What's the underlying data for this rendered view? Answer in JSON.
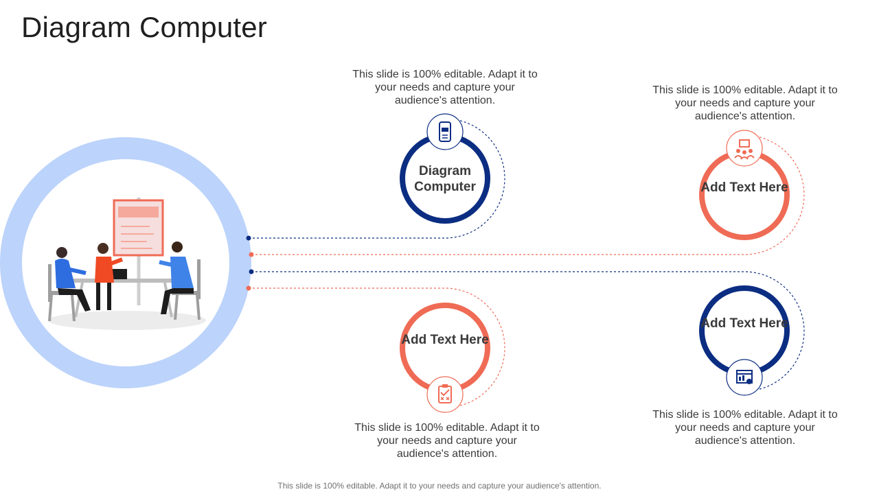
{
  "title": "Diagram Computer",
  "colors": {
    "navy": "#0b2d82",
    "coral": "#ef6b55",
    "ring": "#bcd3fb"
  },
  "nodes": [
    {
      "label": "Diagram Computer",
      "description": "This slide is 100% editable. Adapt it to your needs and capture your audience's attention.",
      "icon": "mobile-app-icon"
    },
    {
      "label": "Add Text Here",
      "description": "This slide is 100% editable. Adapt it to your needs and capture your audience's attention.",
      "icon": "team-meeting-icon"
    },
    {
      "label": "Add Text Here",
      "description": "This slide is 100% editable. Adapt it to your needs and capture your audience's attention.",
      "icon": "checklist-clipboard-icon"
    },
    {
      "label": "Add Text Here",
      "description": "This slide is 100% editable. Adapt it to your needs and capture your audience's attention.",
      "icon": "dashboard-user-icon"
    }
  ],
  "hero_illustration": "team-meeting-illustration",
  "footer": "This slide is 100% editable. Adapt it to your needs and capture your audience's attention."
}
